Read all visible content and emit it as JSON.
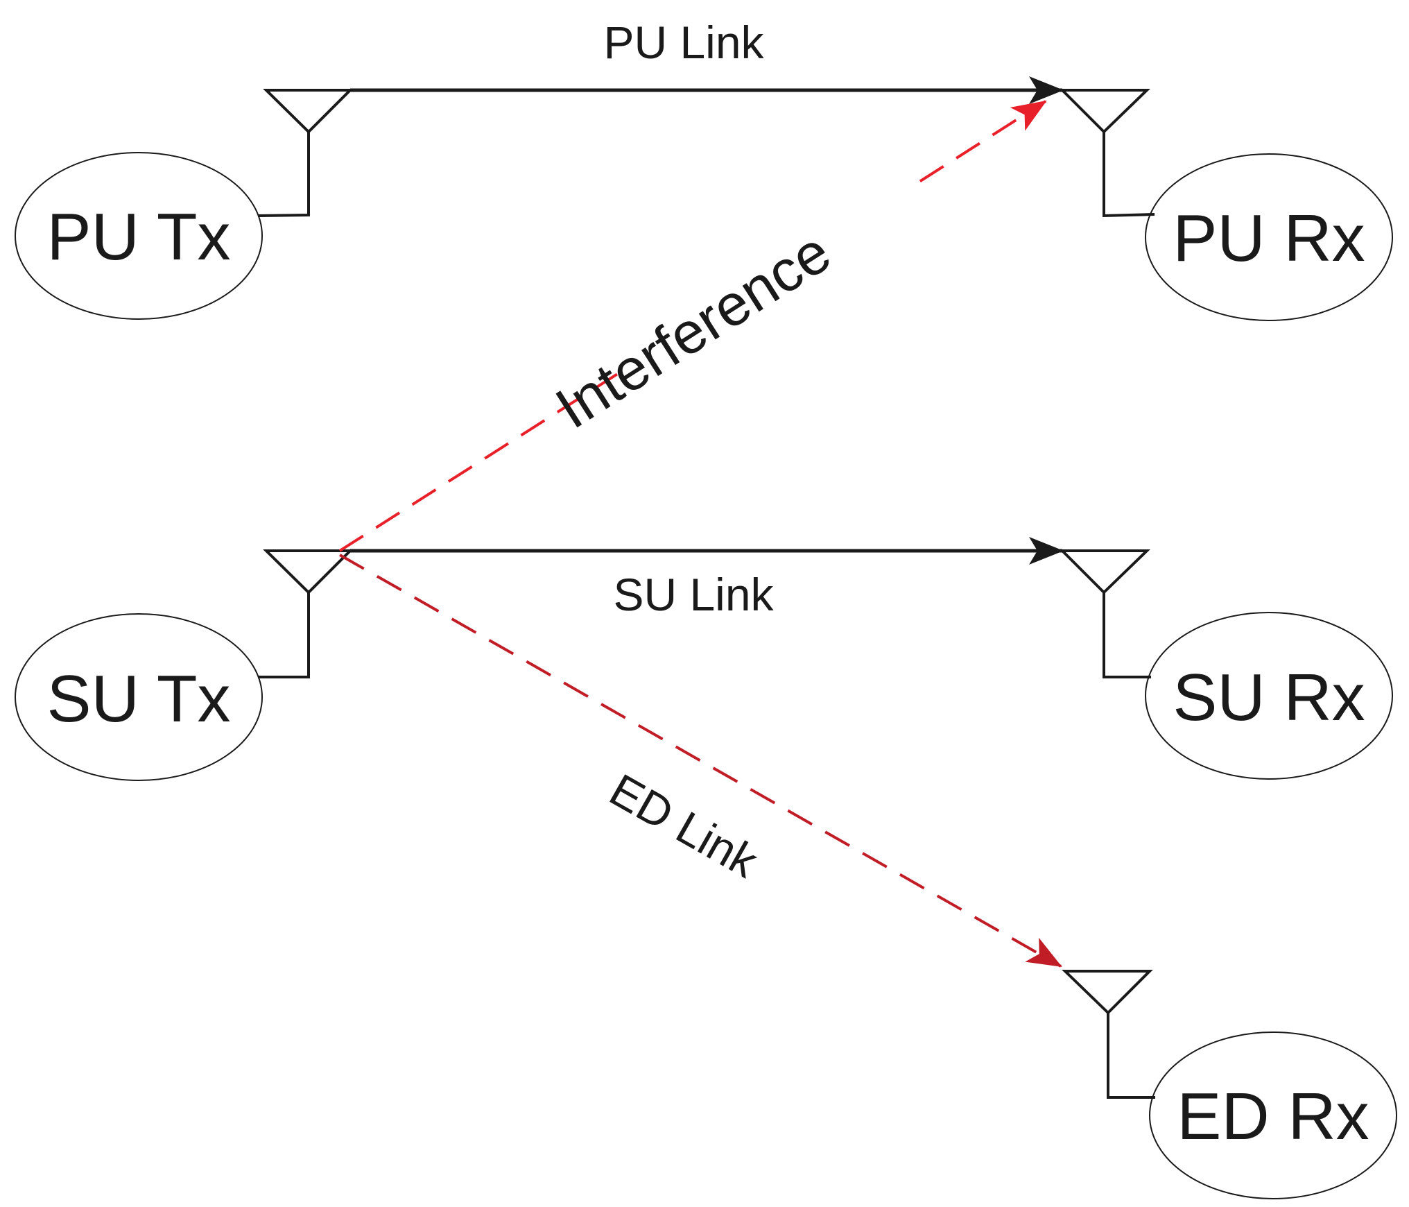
{
  "nodes": {
    "pu_tx": "PU Tx",
    "pu_rx": "PU Rx",
    "su_tx": "SU Tx",
    "su_rx": "SU Rx",
    "ed_rx": "ED Rx"
  },
  "links": {
    "pu_link": "PU Link",
    "su_link": "SU Link",
    "ed_link": "ED Link",
    "interference": "Interference"
  },
  "colors": {
    "interference": "#e8202a",
    "ed_link": "#c01d27",
    "line": "#1a1a1a"
  }
}
